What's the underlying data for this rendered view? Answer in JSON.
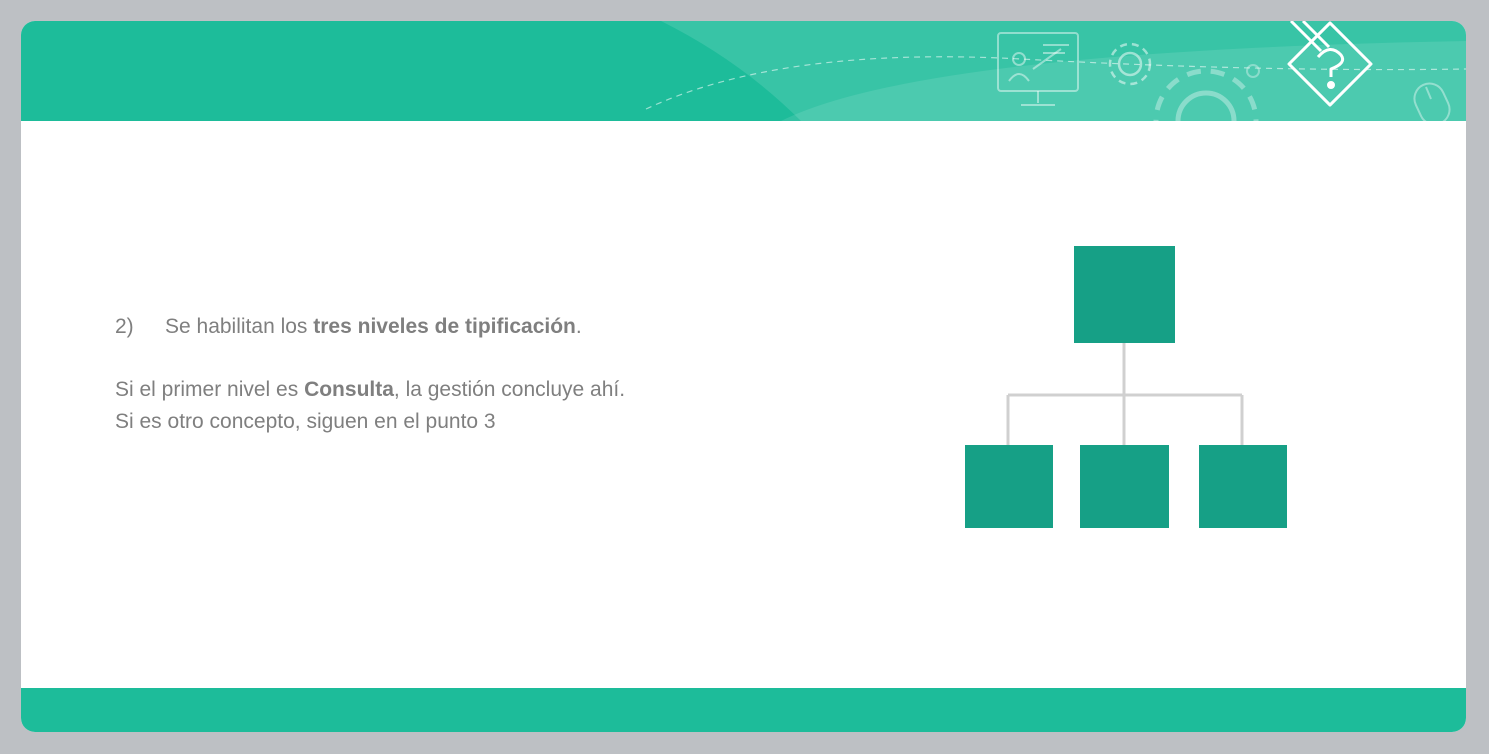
{
  "point": {
    "number": "2)",
    "text_before": "Se habilitan los ",
    "text_bold": "tres niveles de tipificación",
    "text_after": "."
  },
  "paragraph": {
    "line1_before": "Si el primer nivel es ",
    "line1_bold": "Consulta",
    "line1_after": ", la gestión concluye ahí.",
    "line2": "Si es otro concepto, siguen en el punto 3"
  },
  "colors": {
    "band": "#1dbc9a",
    "node": "#16a086",
    "connector": "#d0d0d0",
    "text": "#7f7f7f"
  },
  "header_icons": [
    "presentation-screen-icon",
    "gear-icon",
    "large-gear-icon",
    "document-question-icon",
    "mouse-icon"
  ],
  "hierarchy": {
    "root_nodes": 1,
    "child_nodes": 3
  }
}
